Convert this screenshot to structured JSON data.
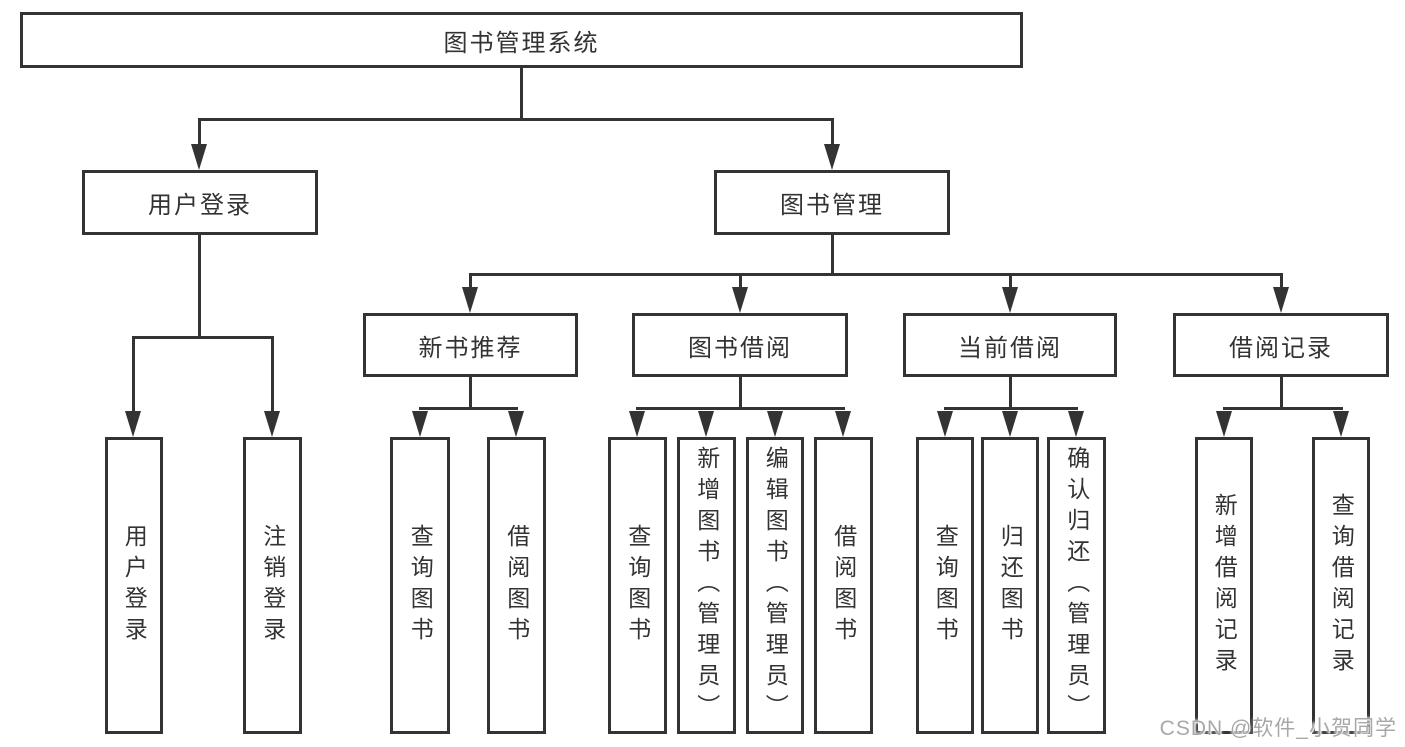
{
  "root": {
    "label": "图书管理系统"
  },
  "user_login": {
    "label": "用户登录",
    "children": [
      {
        "label": "用户登录"
      },
      {
        "label": "注销登录"
      }
    ]
  },
  "book_mgmt": {
    "label": "图书管理",
    "sections": [
      {
        "label": "新书推荐",
        "children": [
          {
            "label": "查询图书"
          },
          {
            "label": "借阅图书"
          }
        ]
      },
      {
        "label": "图书借阅",
        "children": [
          {
            "label": "查询图书"
          },
          {
            "label": "新增图书（管理员）"
          },
          {
            "label": "编辑图书（管理员）"
          },
          {
            "label": "借阅图书"
          }
        ]
      },
      {
        "label": "当前借阅",
        "children": [
          {
            "label": "查询图书"
          },
          {
            "label": "归还图书"
          },
          {
            "label": "确认归还（管理员）"
          }
        ]
      },
      {
        "label": "借阅记录",
        "children": [
          {
            "label": "新增借阅记录"
          },
          {
            "label": "查询借阅记录"
          }
        ]
      }
    ]
  },
  "watermark": {
    "text": "CSDN @软件_小贺同学"
  },
  "colors": {
    "line": "#333333",
    "text": "#333333",
    "watermark": "#a8a8a8",
    "background": "#ffffff"
  }
}
